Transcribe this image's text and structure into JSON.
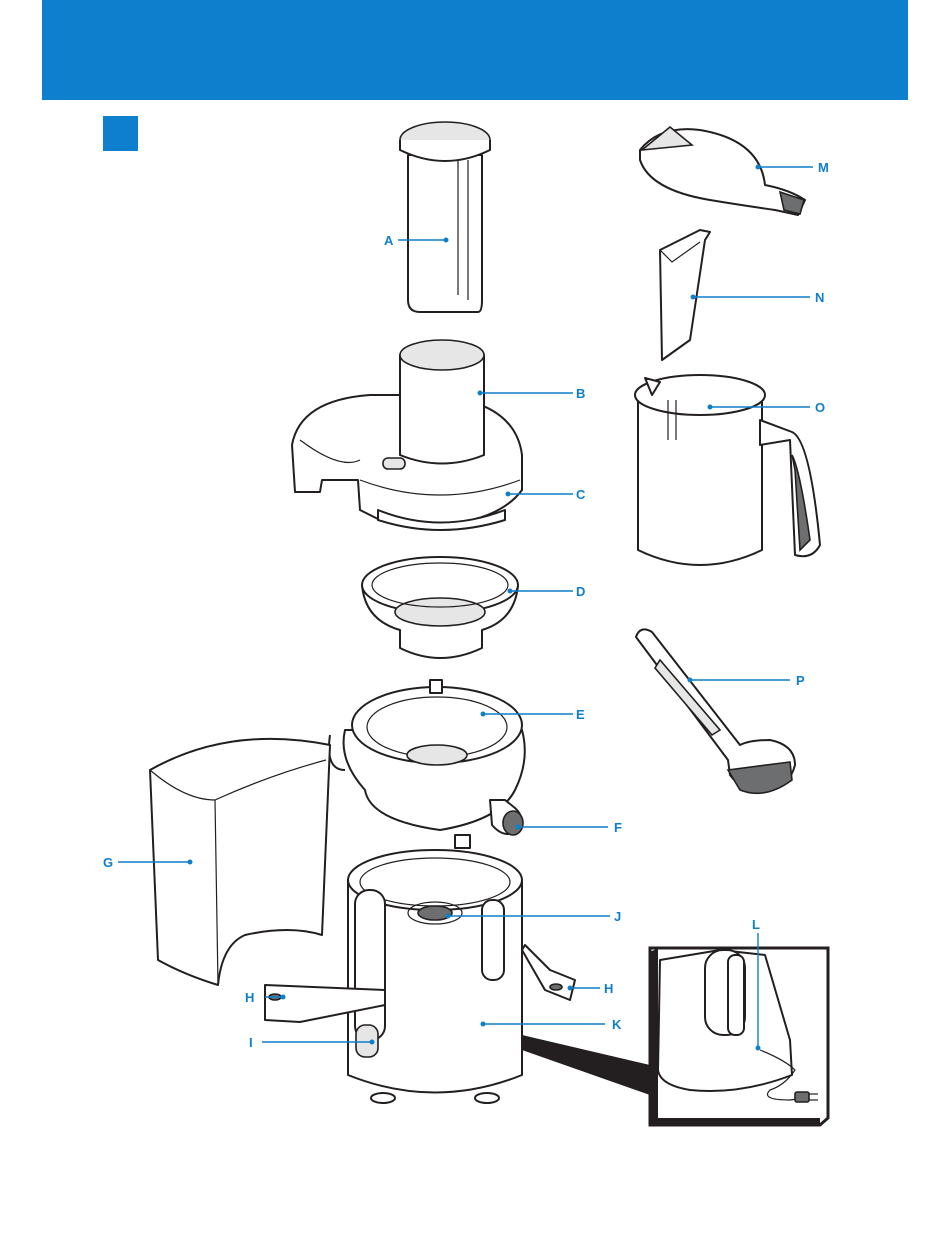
{
  "colors": {
    "accent": "#0e7fcc",
    "line": "#231f20"
  },
  "labels": {
    "A": "A",
    "B": "B",
    "C": "C",
    "D": "D",
    "E": "E",
    "F": "F",
    "G": "G",
    "H_left": "H",
    "H_right": "H",
    "I": "I",
    "J": "J",
    "K": "K",
    "L": "L",
    "M": "M",
    "N": "N",
    "O": "O",
    "P": "P"
  }
}
